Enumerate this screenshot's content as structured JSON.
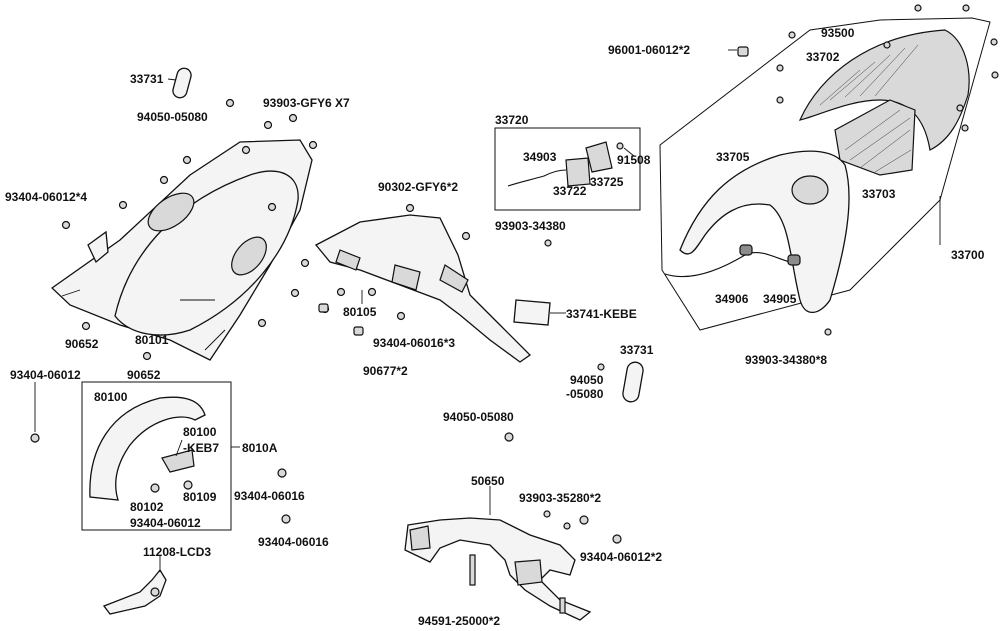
{
  "labels": {
    "l33731a": "33731",
    "l94050a": "94050-05080",
    "l93903gfy6": "93903-GFY6 X7",
    "l93404_4": "93404-06012*4",
    "l90652a": "90652",
    "l80101": "80101",
    "l90652b": "90652",
    "l93404_single": "93404-06012",
    "l80100": "80100",
    "l80100keb7a": "80100",
    "l80100keb7b": "-KEB7",
    "l8010a": "8010A",
    "l80102": "80102",
    "l80109": "80109",
    "l93404_box": "93404-06012",
    "l11208": "11208-LCD3",
    "l90302": "90302-GFY6*2",
    "l80105": "80105",
    "l93404_06016_3": "93404-06016*3",
    "l90677": "90677*2",
    "l93404_06016a": "93404-06016",
    "l93404_06016b": "93404-06016",
    "l33720": "33720",
    "l34903": "34903",
    "l33722": "33722",
    "l33725": "33725",
    "l91508": "91508",
    "l93903_34380": "93903-34380",
    "l33741": "33741-KEBE",
    "l33731b": "33731",
    "l94050b1": "94050",
    "l94050b2": "-05080",
    "l94050c": "94050-05080",
    "l96001": "96001-06012*2",
    "l93500": "93500",
    "l33702": "33702",
    "l33705": "33705",
    "l33703": "33703",
    "l33700": "33700",
    "l34906": "34906",
    "l34905": "34905",
    "l93903_34380_8": "93903-34380*8",
    "l50650": "50650",
    "l93903_35280": "93903-35280*2",
    "l93404_06012_2": "93404-06012*2",
    "l94591": "94591-25000*2"
  }
}
